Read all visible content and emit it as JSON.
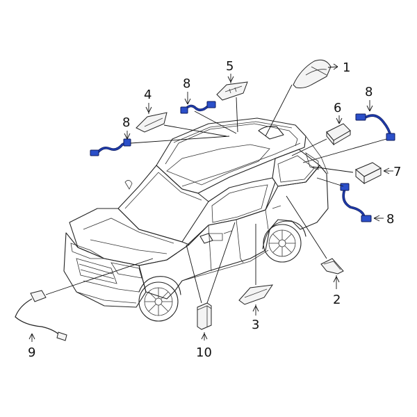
{
  "callouts": {
    "c1": "1",
    "c2": "2",
    "c3": "3",
    "c4": "4",
    "c5": "5",
    "c6": "6",
    "c7": "7",
    "c8a": "8",
    "c8b": "8",
    "c8c": "8",
    "c8d": "8",
    "c9": "9",
    "c10": "10"
  },
  "colors": {
    "highlight": "#1f3aa8",
    "line": "#222222",
    "background": "#ffffff"
  }
}
